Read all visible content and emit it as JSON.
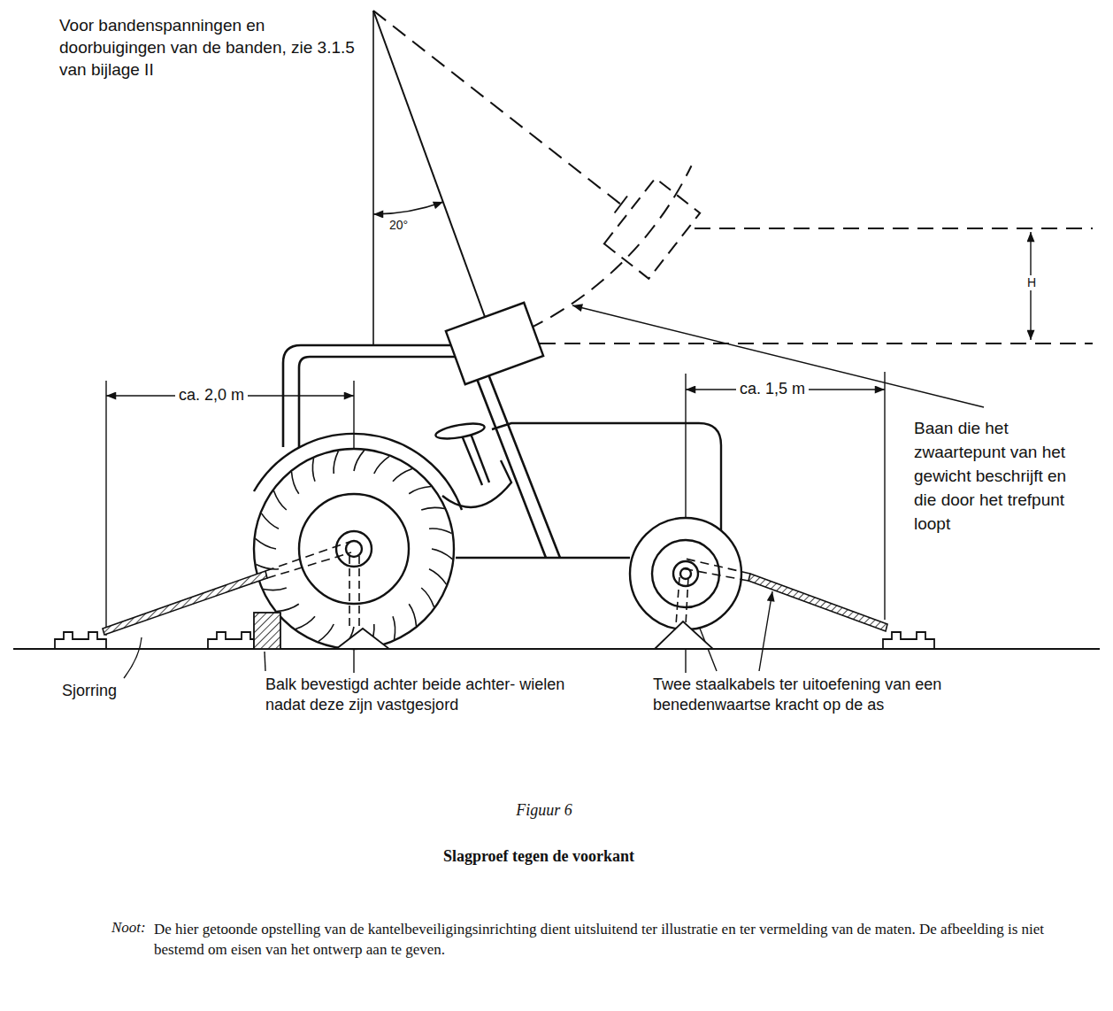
{
  "diagram": {
    "title": "Slagproef tegen de voorkant",
    "labels": [
      "Voor bandenspanningen en doorbuigingen van de banden, zie 3.1.5 van bijlage II",
      "20°",
      "H",
      "ca. 2,0 m",
      "ca. 1,5 m",
      "Baan die het zwaartepunt van het gewicht beschrijft en die door het trefpunt loopt",
      "Sjorring",
      "Balk bevestigd achter beide achter- wielen nadat deze zijn vastgesjord",
      "Twee staalkabels ter uitoefening van een benedenwaartse kracht op de as",
      "Figuur 6",
      "Noot:",
      "De hier getoonde opstelling van de kantelbeveiligingsinrichting dient uitsluitend ter illustratie en ter vermelding van de maten. De afbeelding is niet bestemd om eisen van het ontwerp aan te geven."
    ]
  }
}
